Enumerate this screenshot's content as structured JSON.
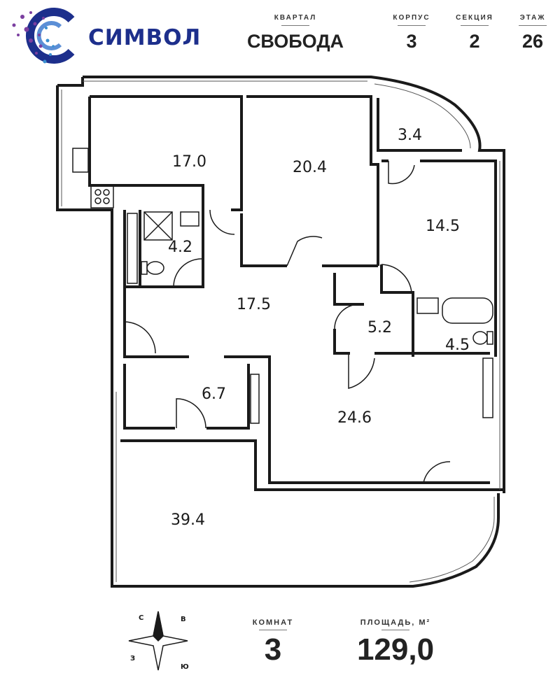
{
  "brand": {
    "name": "СИМВОЛ",
    "color": "#1d2f8c"
  },
  "header": {
    "quarter": {
      "label": "КВАРТАЛ",
      "value": "СВОБОДА"
    },
    "building": {
      "label": "КОРПУС",
      "value": "3"
    },
    "section": {
      "label": "СЕКЦИЯ",
      "value": "2"
    },
    "floor": {
      "label": "ЭТАЖ",
      "value": "26"
    }
  },
  "rooms": [
    {
      "id": "kitchen",
      "area": "17.0"
    },
    {
      "id": "bedroom-center",
      "area": "20.4"
    },
    {
      "id": "balcony-small",
      "area": "3.4"
    },
    {
      "id": "bedroom-right",
      "area": "14.5"
    },
    {
      "id": "bathroom-left",
      "area": "4.2"
    },
    {
      "id": "hall",
      "area": "17.5"
    },
    {
      "id": "corridor",
      "area": "5.2"
    },
    {
      "id": "bathroom-right",
      "area": "4.5"
    },
    {
      "id": "storage",
      "area": "6.7"
    },
    {
      "id": "living-room",
      "area": "24.6"
    },
    {
      "id": "terrace",
      "area": "39.4"
    }
  ],
  "compass": {
    "letters": [
      "С",
      "В",
      "Ю",
      "З"
    ]
  },
  "footer": {
    "rooms": {
      "label": "КОМНАТ",
      "value": "3"
    },
    "area": {
      "label": "ПЛОЩАДЬ, М²",
      "value": "129,0"
    }
  }
}
